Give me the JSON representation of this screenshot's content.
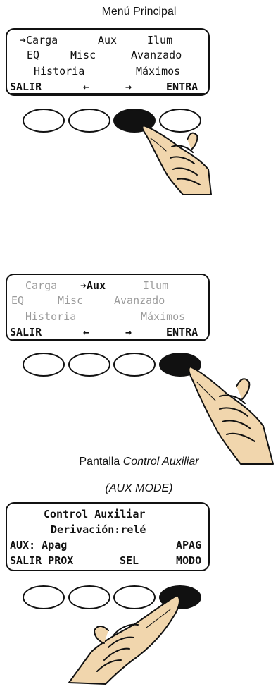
{
  "panels": [
    {
      "caption_prefix": "Menú Principal",
      "rows": [
        [
          {
            "text": "➔Carga",
            "style": "normal"
          },
          {
            "text": "Aux",
            "style": "normal"
          },
          {
            "text": "Ilum",
            "style": "normal"
          }
        ],
        [
          {
            "text": "EQ",
            "style": "normal"
          },
          {
            "text": "Misc",
            "style": "normal"
          },
          {
            "text": "Avanzado",
            "style": "normal"
          }
        ],
        [
          {
            "text": "Historia",
            "style": "normal"
          },
          {
            "text": "Máximos",
            "style": "normal"
          }
        ]
      ],
      "softkeys": [
        "SALIR",
        "←",
        "→",
        "ENTRA"
      ],
      "pressed_button": 3
    },
    {
      "rows": [
        [
          {
            "text": "Carga",
            "style": "dim"
          },
          {
            "text": "➔Aux",
            "style": "bold"
          },
          {
            "text": "Ilum",
            "style": "dim"
          }
        ],
        [
          {
            "text": "EQ",
            "style": "dim"
          },
          {
            "text": "Misc",
            "style": "dim"
          },
          {
            "text": "Avanzado",
            "style": "dim"
          }
        ],
        [
          {
            "text": "Historia",
            "style": "dim"
          },
          {
            "text": "Máximos",
            "style": "dim"
          }
        ]
      ],
      "softkeys": [
        "SALIR",
        "←",
        "→",
        "ENTRA"
      ],
      "pressed_button": 4
    },
    {
      "caption_prefix": "Pantalla ",
      "caption_italic": "Control Auxiliar",
      "caption_line2": "(AUX MODE)",
      "rows": [
        [
          {
            "text": "Control Auxiliar",
            "style": "bold"
          }
        ],
        [
          {
            "text": "Derivación:relé",
            "style": "bold"
          }
        ],
        [
          {
            "text": "AUX: Apag",
            "style": "bold"
          },
          {
            "text": "APAG",
            "style": "bold"
          }
        ],
        [
          {
            "text": "SALIR PROX",
            "style": "bold"
          },
          {
            "text": "SEL",
            "style": "bold"
          },
          {
            "text": "MODO",
            "style": "bold"
          }
        ]
      ],
      "pressed_button": 4
    }
  ],
  "icons": {
    "hand": "pointing-hand-icon",
    "button": "keypad-button-icon"
  },
  "colors": {
    "outline": "#111111",
    "dimmed_text": "#9b9b9b",
    "skin": "#f1d6ad"
  }
}
